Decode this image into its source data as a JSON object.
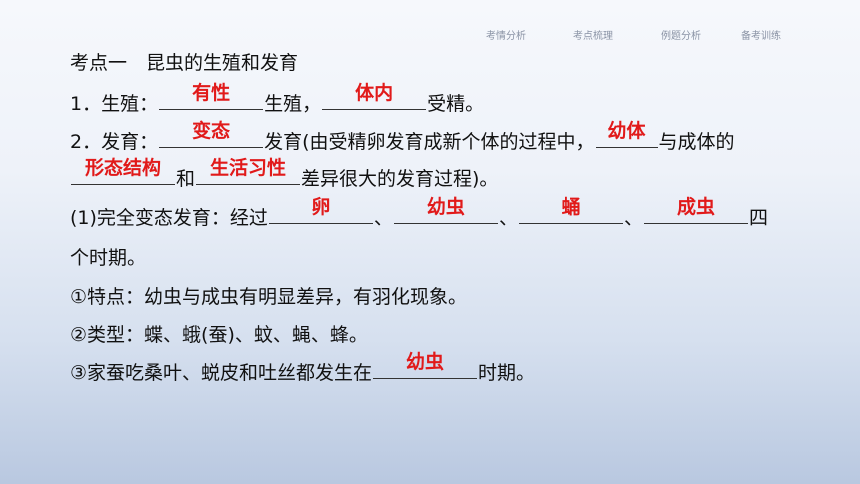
{
  "nav": {
    "tabs": [
      "考情分析",
      "考点梳理",
      "例题分析",
      "备考训练"
    ]
  },
  "content": {
    "heading": "考点一　昆虫的生殖和发育",
    "l1_prefix": "1．生殖：",
    "l1_mid": "生殖，",
    "l1_suffix": "受精。",
    "l2_prefix": "2．发育：",
    "l2_suffix": "发育(由受精卵发育成新个体的过程中，",
    "l2_end": "与成体的",
    "l3_mid": "和",
    "l3_suffix": "差异很大的发育过程)。",
    "l4_prefix": "(1)完全变态发育：经过",
    "sep": "、",
    "l4_suffix": "四",
    "l5": "个时期。",
    "l6": "①特点：幼虫与成虫有明显差异，有羽化现象。",
    "l7": "②类型：蝶、蛾(蚕)、蚊、蝇、蜂。",
    "l8_prefix": "③家蚕吃桑叶、蜕皮和吐丝都发生在",
    "l8_suffix": "时期。"
  },
  "answers": {
    "a1": "有性",
    "a2": "体内",
    "a3": "变态",
    "a4": "幼体",
    "a5": "形态结构",
    "a6": "生活习性",
    "a7": "卵",
    "a8": "幼虫",
    "a9": "蛹",
    "a10": "成虫",
    "a11": "幼虫"
  },
  "colors": {
    "answer": "#e11a1a",
    "text": "#111111",
    "nav": "#8a93a5"
  }
}
